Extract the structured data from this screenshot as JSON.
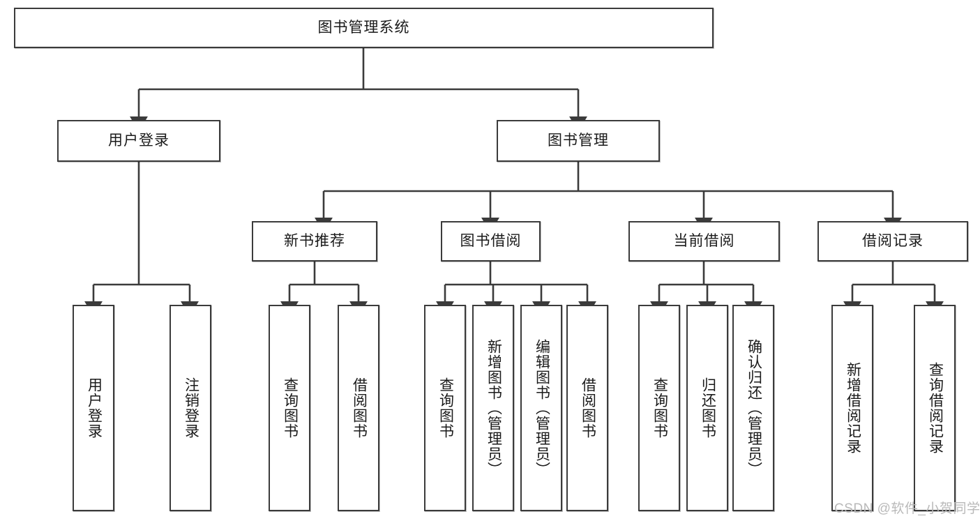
{
  "diagram": {
    "title": "图书管理系统",
    "type": "tree-hierarchy",
    "stroke_color": "#3b3b3b",
    "fill_color": "#ffffff",
    "text_color": "#1a1a1a"
  },
  "nodes": {
    "root": {
      "label": "图书管理系统"
    },
    "level2": [
      {
        "label": "用户登录"
      },
      {
        "label": "图书管理"
      }
    ],
    "level3": [
      {
        "label": "新书推荐"
      },
      {
        "label": "图书借阅"
      },
      {
        "label": "当前借阅"
      },
      {
        "label": "借阅记录"
      }
    ],
    "leaves_user_login": [
      {
        "label": "用户登录"
      },
      {
        "label": "注销登录"
      }
    ],
    "leaves_new_book": [
      {
        "label": "查询图书"
      },
      {
        "label": "借阅图书"
      }
    ],
    "leaves_borrow": [
      {
        "label": "查询图书"
      },
      {
        "label": "新增图书（管理员）"
      },
      {
        "label": "编辑图书（管理员）"
      },
      {
        "label": "借阅图书"
      }
    ],
    "leaves_current": [
      {
        "label": "查询图书"
      },
      {
        "label": "归还图书"
      },
      {
        "label": "确认归还（管理员）"
      }
    ],
    "leaves_record": [
      {
        "label": "新增借阅记录"
      },
      {
        "label": "查询借阅记录"
      }
    ]
  },
  "watermark": {
    "text": "CSDN @软件_小贺同学"
  }
}
